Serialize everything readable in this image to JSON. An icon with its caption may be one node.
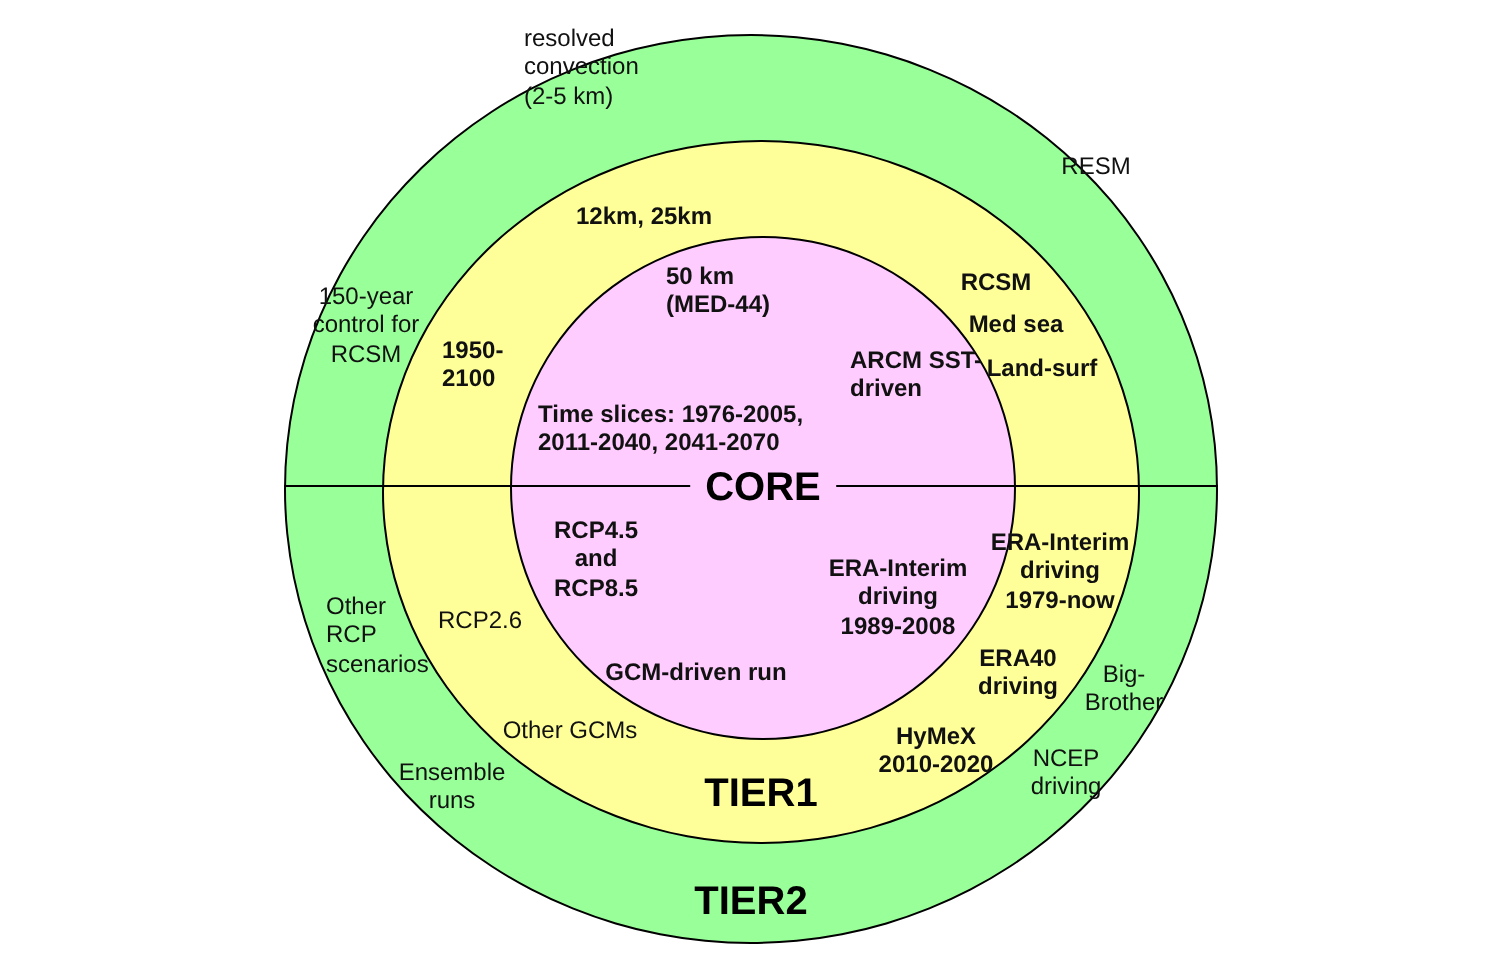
{
  "diagram": {
    "nodes": [
      {
        "text": [
          "TIER2"
        ]
      },
      {
        "text": [
          "TIER1"
        ],
        "in": 0
      },
      {
        "text": [
          "CORE"
        ],
        "in": 1
      }
    ],
    "edges": [],
    "labels": [
      "resolved convection (2-5 km)",
      "RESM",
      "12km, 25km",
      "150-year control for RCSM",
      "1950- 2100",
      "50 km (MED-44)",
      "RCSM",
      "Med sea",
      "Land-surf",
      "ARCM SST-driven",
      "Time slices: 1976-2005, 2011-2040, 2041-2070",
      "RCP4.5 and RCP8.5",
      "ERA-Interim driving 1989-2008",
      "ERA-Interim driving 1979-now",
      "Other RCP scenarios",
      "RCP2.6",
      "GCM-driven run",
      "ERA40 driving",
      "Big- Brother",
      "Other GCMs",
      "HyMeX 2010-2020",
      "NCEP driving",
      "Ensemble runs"
    ]
  }
}
